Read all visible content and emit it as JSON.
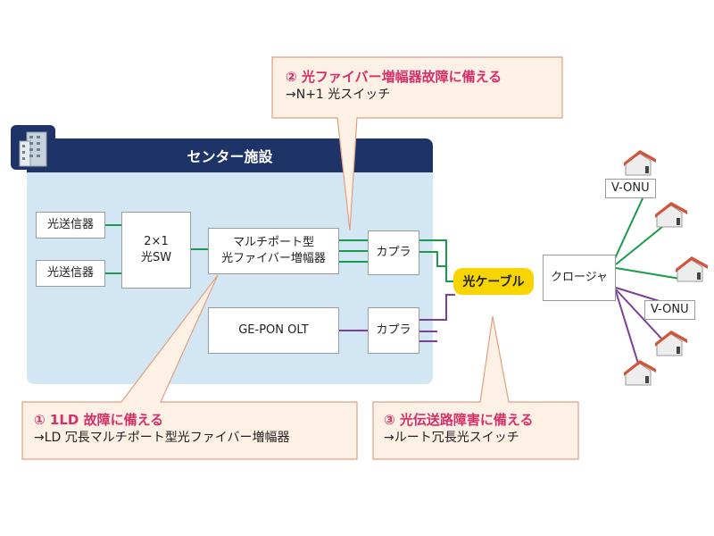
{
  "center": {
    "title": "センター施設"
  },
  "boxes": {
    "transmitter_1": "光送信器",
    "transmitter_2": "光送信器",
    "switch_2x1_line1": "2×1",
    "switch_2x1_line2": "光SW",
    "amplifier_line1": "マルチポート型",
    "amplifier_line2": "光ファイバー増幅器",
    "gepon": "GE-PON OLT",
    "coupler_1": "カプラ",
    "coupler_2": "カプラ",
    "closure": "クロージャ"
  },
  "cable": "光ケーブル",
  "onu_labels": [
    "V-ONU",
    "V-ONU"
  ],
  "callouts": {
    "c1": {
      "heading": "① 1LD 故障に備える",
      "body": "→LD 冗長マルチポート型光ファイバー増幅器"
    },
    "c2": {
      "heading": "② 光ファイバー増幅器故障に備える",
      "body": "→N+1 光スイッチ"
    },
    "c3": {
      "heading": "③ 光伝送路障害に備える",
      "body": "→ルート冗長光スイッチ"
    }
  },
  "colors": {
    "header_bg": "#1e3468",
    "center_bg": "#d3e6f4",
    "green_line": "#1a9a4a",
    "purple_line": "#7b3f98",
    "callout_bg": "#fdf0e4",
    "callout_border": "#e0a080",
    "callout_heading": "#d6306a",
    "cable_yellow": "#f8d500",
    "house_wall": "#ededed",
    "house_roof": "#d2553a"
  },
  "icons": [
    "building-icon",
    "house-icon"
  ]
}
